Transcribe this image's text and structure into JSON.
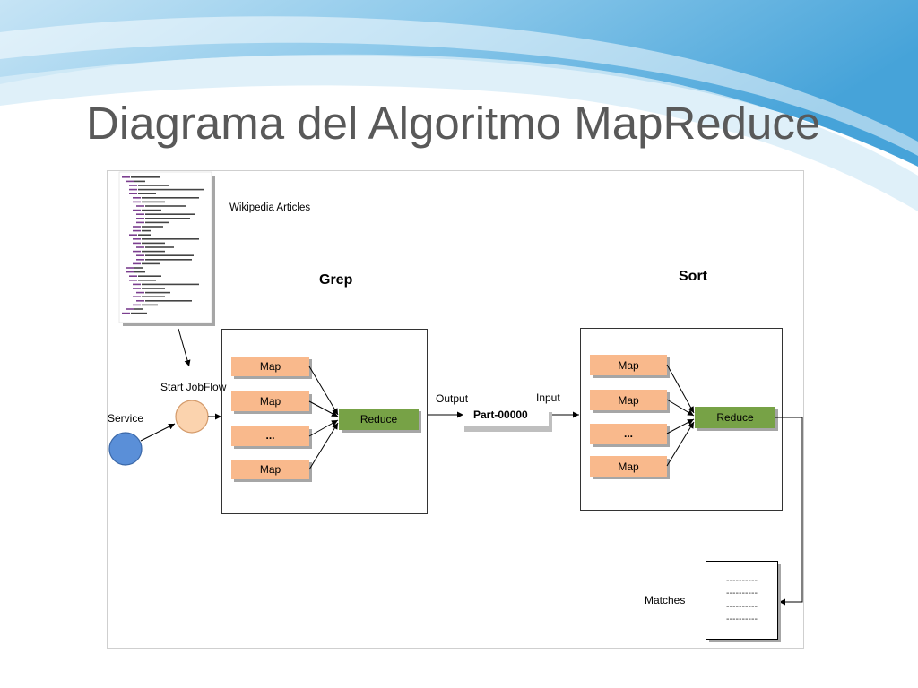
{
  "slide": {
    "title": "Diagrama del Algoritmo MapReduce"
  },
  "diagram": {
    "source_label": "Wikipedia Articles",
    "start_jobflow": "Start JobFlow",
    "service": "Service",
    "grep": {
      "title": "Grep",
      "maps": [
        "Map",
        "Map",
        "...",
        "Map"
      ],
      "reduce": "Reduce"
    },
    "output_label": "Output",
    "intermediate_file": "Part-00000",
    "input_label": "Input",
    "sort": {
      "title": "Sort",
      "maps": [
        "Map",
        "Map",
        "...",
        "Map"
      ],
      "reduce": "Reduce"
    },
    "matches": {
      "label": "Matches",
      "lines": [
        "----------",
        "----------",
        "----------",
        "----------"
      ]
    }
  },
  "colors": {
    "title_text": "#595959",
    "header_blue": "#46a3d9",
    "map_box": "#f9b98c",
    "reduce_box": "#77a246",
    "service_node": "#5a8fd8",
    "jobflow_node": "#fbd3ae",
    "shadow": "#a6a6a6"
  }
}
